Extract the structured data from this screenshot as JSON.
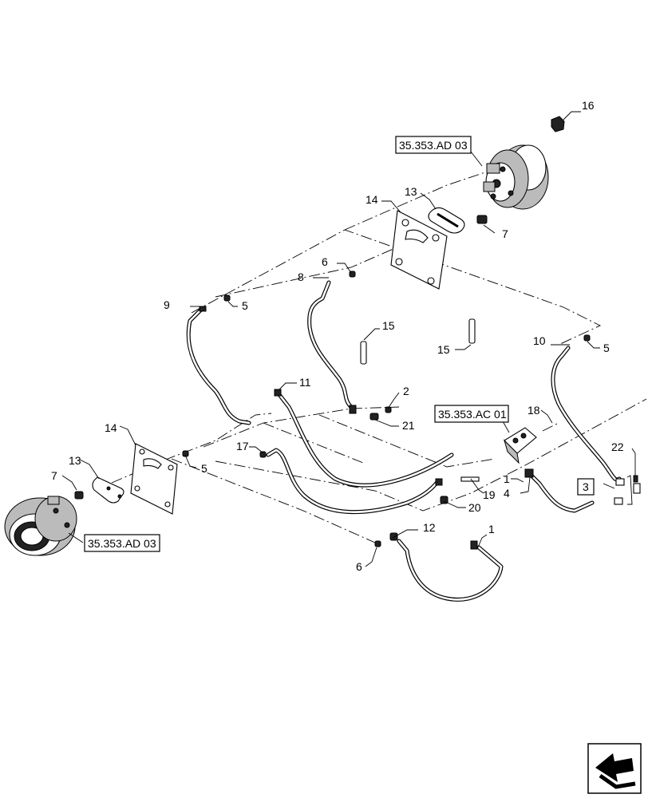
{
  "callouts": {
    "c1a": "1",
    "c1b": "1",
    "c2": "2",
    "c3": "3",
    "c4": "4",
    "c5a": "5",
    "c5b": "5",
    "c5c": "5",
    "c6a": "6",
    "c6b": "6",
    "c7a": "7",
    "c7b": "7",
    "c8": "8",
    "c9": "9",
    "c10": "10",
    "c11": "11",
    "c12": "12",
    "c13a": "13",
    "c13b": "13",
    "c14a": "14",
    "c14b": "14",
    "c15a": "15",
    "c15b": "15",
    "c16": "16",
    "c17": "17",
    "c18": "18",
    "c19": "19",
    "c20": "20",
    "c21": "21",
    "c22": "22"
  },
  "references": {
    "motor_right": "35.353.AD 03",
    "motor_left": "35.353.AD 03",
    "valve": "35.353.AC 01"
  },
  "nav_icon": "back-arrow-icon"
}
